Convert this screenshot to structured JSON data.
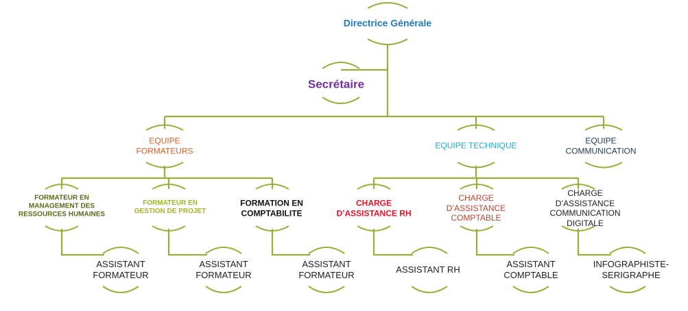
{
  "colors": {
    "connector": "#9aad3a",
    "director": "#1f7ac0",
    "secretary": "#7030a0",
    "team_trainers": "#e0612a",
    "team_technical": "#21a8d8",
    "team_communication": "#1f3b57",
    "olive": "#5a6a16",
    "light_olive": "#a4b42a",
    "red": "#e8122a",
    "brick": "#c0442a",
    "dark_text": "#1e1e1e"
  },
  "root": {
    "label": "Directrice Générale"
  },
  "assistant": {
    "label": "Secrétaire"
  },
  "teams": [
    {
      "label_lines": [
        "EQUIPE",
        "FORMATEURS"
      ]
    },
    {
      "label_lines": [
        "EQUIPE TECHNIQUE"
      ]
    },
    {
      "label_lines": [
        "EQUIPE",
        "COMMUNICATION"
      ]
    }
  ],
  "roles": [
    {
      "label_lines": [
        "FORMATEUR EN",
        "MANAGEMENT DES",
        "RESSOURCES HUMAINES"
      ]
    },
    {
      "label_lines": [
        "FORMATEUR EN",
        "GESTION DE PROJET"
      ]
    },
    {
      "label_lines": [
        "FORMATION EN",
        "COMPTABILITE"
      ]
    },
    {
      "label_lines": [
        "CHARGE",
        "D’ASSISTANCE RH"
      ]
    },
    {
      "label_lines": [
        "CHARGE",
        "D’ASSISTANCE",
        "COMPTABLE"
      ]
    },
    {
      "label_lines": [
        "CHARGE",
        "D’ASSISTANCE",
        "COMMUNICATION",
        "DIGITALE"
      ]
    }
  ],
  "assistants": [
    {
      "label_lines": [
        "ASSISTANT",
        "FORMATEUR"
      ]
    },
    {
      "label_lines": [
        "ASSISTANT",
        "FORMATEUR"
      ]
    },
    {
      "label_lines": [
        "ASSISTANT",
        "FORMATEUR"
      ]
    },
    {
      "label_lines": [
        "ASSISTANT RH"
      ]
    },
    {
      "label_lines": [
        "ASSISTANT",
        "COMPTABLE"
      ]
    },
    {
      "label_lines": [
        "INFOGRAPHISTE-",
        "SERIGRAPHE"
      ]
    }
  ]
}
